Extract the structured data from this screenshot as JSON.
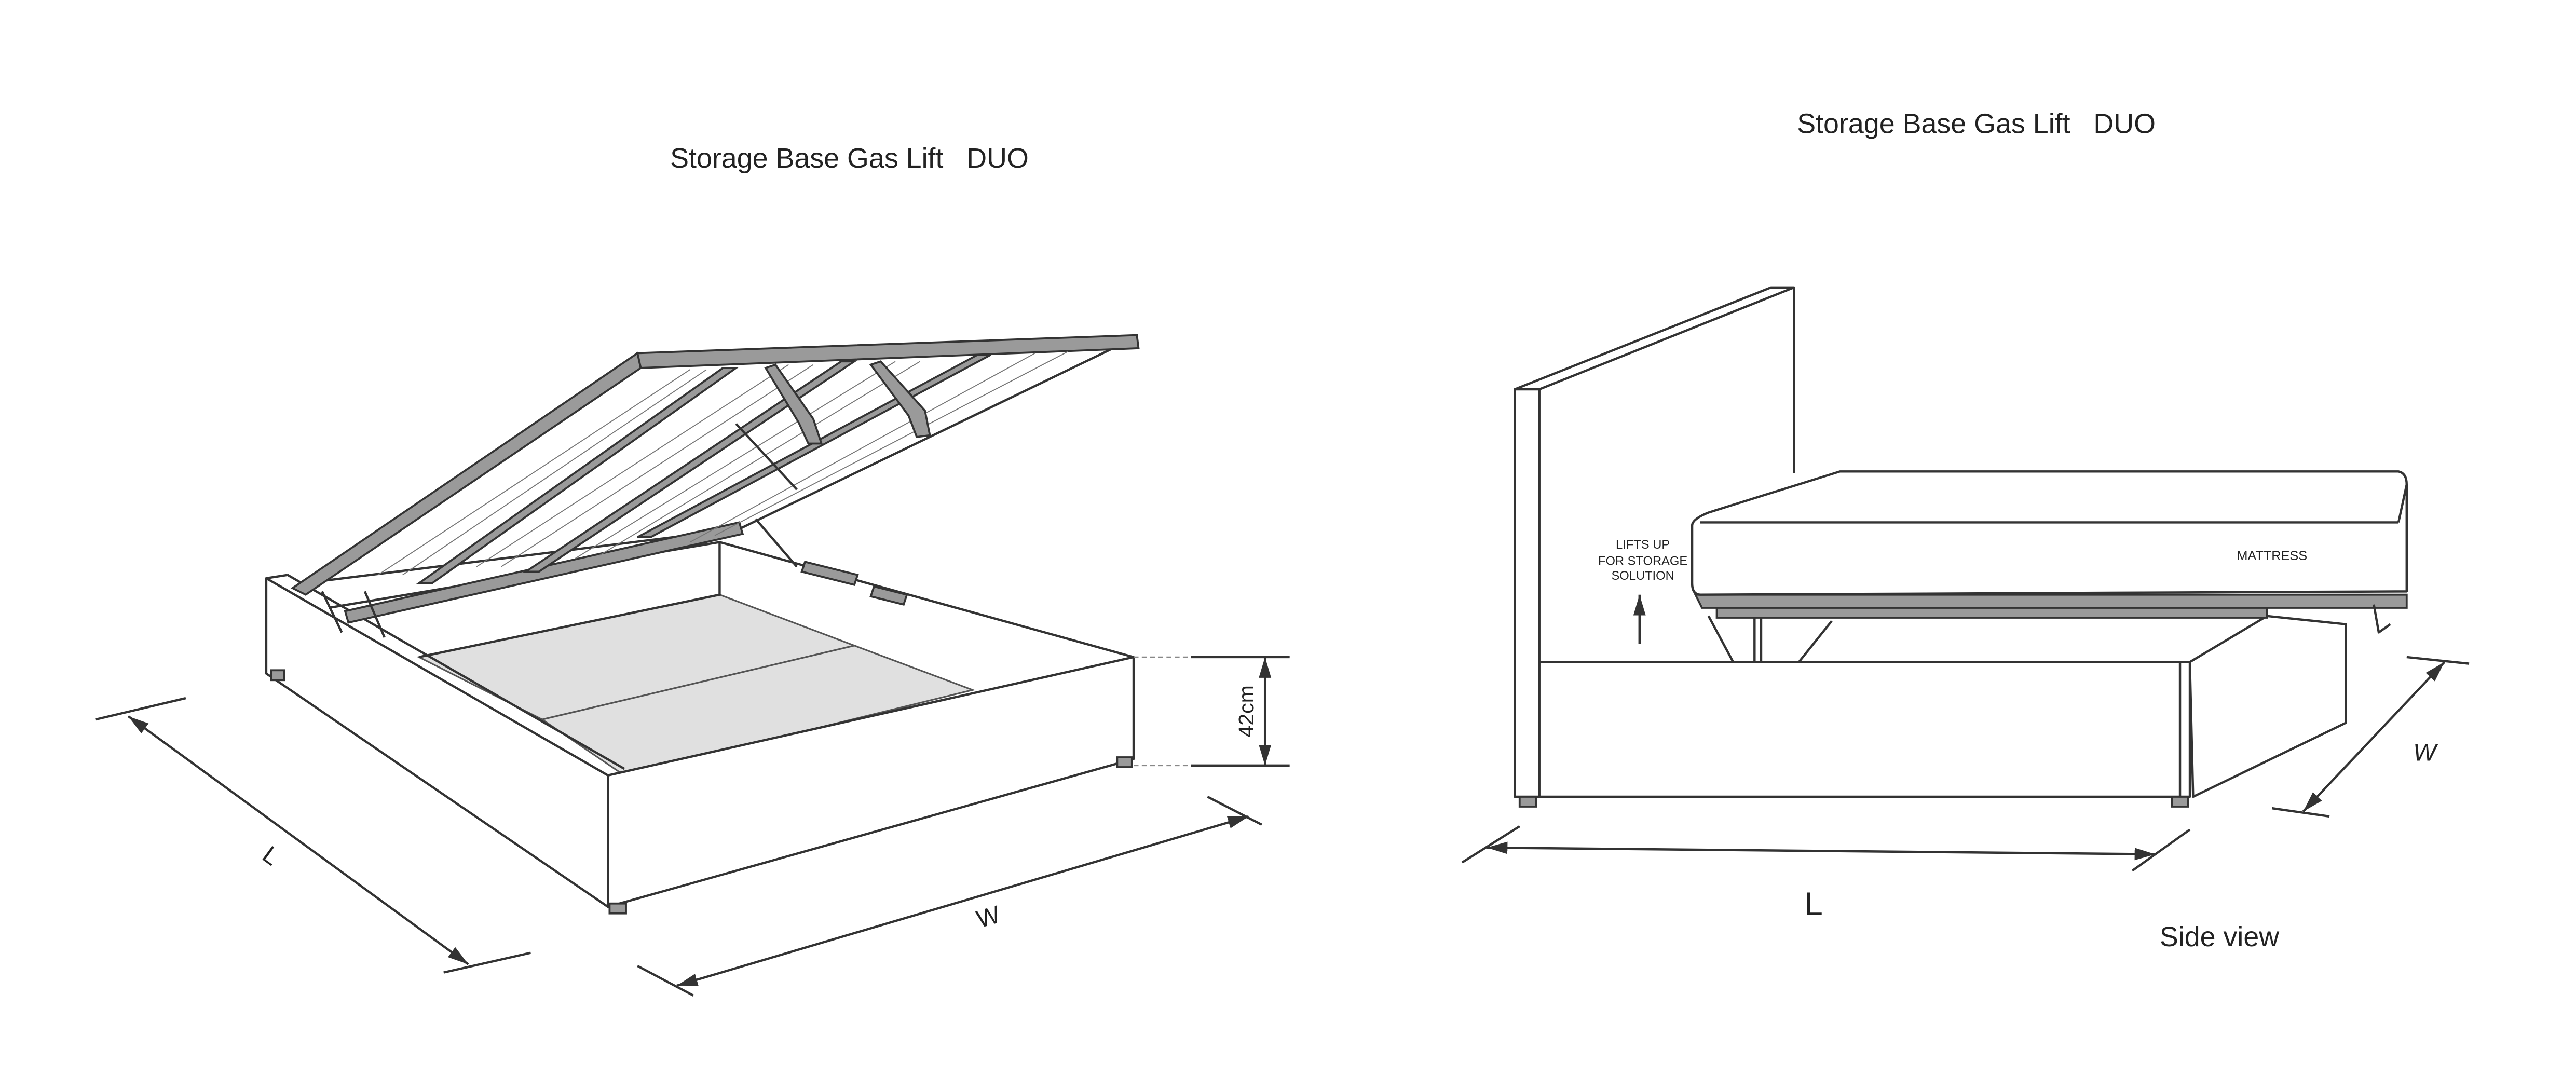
{
  "left_view": {
    "title": "Storage Base Gas Lift   DUO",
    "height_dim": "42cm",
    "length_label": "L",
    "width_label": "W"
  },
  "right_view": {
    "title": "Storage Base Gas Lift   DUO",
    "lift_note": [
      "LIFTS UP",
      "FOR STORAGE",
      "SOLUTION"
    ],
    "mattress_label": "MATTRESS",
    "length_label": "L",
    "width_label": "W",
    "caption": "Side view"
  },
  "colors": {
    "line": "#333333",
    "frame": "#9a9a9a",
    "floor": "#e0e0e0"
  }
}
